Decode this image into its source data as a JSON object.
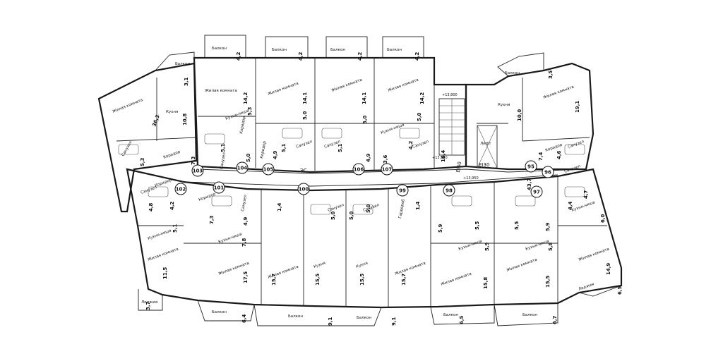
{
  "labels": {
    "living": "Жилая комната",
    "kitchen_niche": "Кухня-ниша",
    "kitchen": "Кухня",
    "bathroom": "Санузел",
    "corridor": "Коридор",
    "balcony": "Балкон",
    "loggia": "Лоджия",
    "wardrobe": "Гардероб",
    "lift": "Лифт"
  },
  "misc": {
    "es": "ЭС",
    "ei60": "EI60",
    "ei30": "EI30",
    "elev1": "+13,800",
    "elev2": "+13,950",
    "elev3": "+13,950"
  },
  "units": [
    "95",
    "96",
    "97",
    "98",
    "99",
    "100",
    "101",
    "102",
    "103",
    "104",
    "105",
    "106",
    "107"
  ],
  "areas": [
    {
      "id": "a1",
      "v": "4,2"
    },
    {
      "id": "a2",
      "v": "4,2"
    },
    {
      "id": "a3",
      "v": "4,2"
    },
    {
      "id": "a4",
      "v": "4,2"
    },
    {
      "id": "a5",
      "v": "3,1"
    },
    {
      "id": "a6",
      "v": "3,5"
    },
    {
      "id": "a7",
      "v": "14,2"
    },
    {
      "id": "a8",
      "v": "14,1"
    },
    {
      "id": "a9",
      "v": "14,1"
    },
    {
      "id": "a10",
      "v": "14,2"
    },
    {
      "id": "a11",
      "v": "19,1"
    },
    {
      "id": "a12",
      "v": "10,8"
    },
    {
      "id": "a13",
      "v": "36,3"
    },
    {
      "id": "a14",
      "v": "5,3"
    },
    {
      "id": "a15",
      "v": "5,0"
    },
    {
      "id": "a16",
      "v": "5,0"
    },
    {
      "id": "a17",
      "v": "5,0"
    },
    {
      "id": "a18",
      "v": "10,0"
    },
    {
      "id": "a19",
      "v": "5,3"
    },
    {
      "id": "a20",
      "v": "7,3"
    },
    {
      "id": "a21",
      "v": "5,1"
    },
    {
      "id": "a22",
      "v": "5,0"
    },
    {
      "id": "a23",
      "v": "4,9"
    },
    {
      "id": "a24",
      "v": "5,1"
    },
    {
      "id": "a25",
      "v": "5,1"
    },
    {
      "id": "a26",
      "v": "4,9"
    },
    {
      "id": "a27",
      "v": "3,6"
    },
    {
      "id": "a28",
      "v": "4,2"
    },
    {
      "id": "a29",
      "v": "16,4"
    },
    {
      "id": "a30",
      "v": "7,4"
    },
    {
      "id": "a31",
      "v": "4,6"
    },
    {
      "id": "a32",
      "v": "43,7"
    },
    {
      "id": "a33",
      "v": "4,8"
    },
    {
      "id": "a34",
      "v": "4,2"
    },
    {
      "id": "a35",
      "v": "5,1"
    },
    {
      "id": "a36",
      "v": "7,3"
    },
    {
      "id": "a37",
      "v": "4,9"
    },
    {
      "id": "a38",
      "v": "1,4"
    },
    {
      "id": "a39",
      "v": "5,0"
    },
    {
      "id": "a40",
      "v": "5,0"
    },
    {
      "id": "a41",
      "v": "5,0"
    },
    {
      "id": "a42",
      "v": "1,4"
    },
    {
      "id": "a43",
      "v": "5,9"
    },
    {
      "id": "a44",
      "v": "5,5"
    },
    {
      "id": "a45",
      "v": "5,5"
    },
    {
      "id": "a46",
      "v": "5,9"
    },
    {
      "id": "a47",
      "v": "4,7"
    },
    {
      "id": "a48",
      "v": "4,4"
    },
    {
      "id": "a49",
      "v": "6,0"
    },
    {
      "id": "a50",
      "v": "7,8"
    },
    {
      "id": "a51",
      "v": "5,9"
    },
    {
      "id": "a52",
      "v": "5,8"
    },
    {
      "id": "a53",
      "v": "11,5"
    },
    {
      "id": "a54",
      "v": "17,5"
    },
    {
      "id": "a55",
      "v": "15,7"
    },
    {
      "id": "a56",
      "v": "15,5"
    },
    {
      "id": "a57",
      "v": "15,5"
    },
    {
      "id": "a58",
      "v": "15,7"
    },
    {
      "id": "a59",
      "v": "15,8"
    },
    {
      "id": "a60",
      "v": "15,5"
    },
    {
      "id": "a61",
      "v": "14,9"
    },
    {
      "id": "a62",
      "v": "3,7"
    },
    {
      "id": "a63",
      "v": "6,4"
    },
    {
      "id": "a64",
      "v": "9,1"
    },
    {
      "id": "a65",
      "v": "9,1"
    },
    {
      "id": "a66",
      "v": "6,5"
    },
    {
      "id": "a67",
      "v": "6,7"
    },
    {
      "id": "a68",
      "v": "6,5"
    }
  ]
}
